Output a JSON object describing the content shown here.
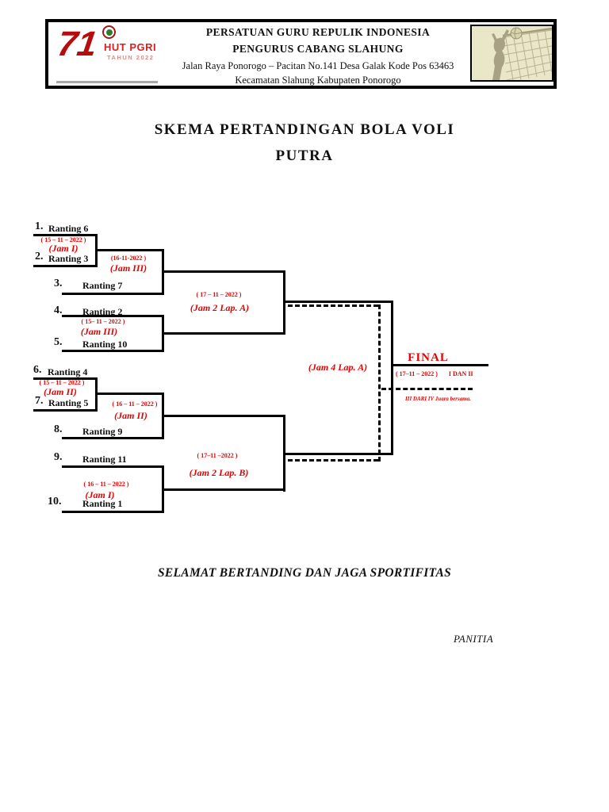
{
  "header": {
    "logo": {
      "number": "71",
      "title": "HUT PGRI",
      "subtitle": "TAHUN 2022",
      "emblem": "pgri-badge"
    },
    "org_line1": "PERSATUAN GURU REPULIK INDONESIA",
    "org_line2": "PENGURUS CABANG SLAHUNG",
    "address_line1": "Jalan Raya Ponorogo – Pacitan No.141 Desa Galak Kode Pos 63463",
    "address_line2": "Kecamatan Slahung Kabupaten Ponorogo",
    "volleyball_image": "volleyball-player-at-net"
  },
  "title": {
    "line1": "SKEMA PERTANDINGAN BOLA VOLI",
    "line2": "PUTRA"
  },
  "bracket": {
    "entries": [
      {
        "number": "1.",
        "name": "Ranting 6"
      },
      {
        "number": "2.",
        "name": "Ranting 3"
      },
      {
        "number": "3.",
        "name": "Ranting 7"
      },
      {
        "number": "4.",
        "name": "Ranting 2"
      },
      {
        "number": "5.",
        "name": "Ranting 10"
      },
      {
        "number": "6.",
        "name": "Ranting 4"
      },
      {
        "number": "7.",
        "name": "Ranting 5"
      },
      {
        "number": "8.",
        "name": "Ranting 9"
      },
      {
        "number": "9.",
        "name": "Ranting 11"
      },
      {
        "number": "10.",
        "name": "Ranting 1"
      }
    ],
    "labels": {
      "m1_date": "( 15 – 11 – 2022 )",
      "m1_time": "(Jam I)",
      "m2_date": "(16-11-2022 )",
      "m2_time": "(Jam III)",
      "m3_date": "( 15– 11 – 2022 )",
      "m3_time": "(Jam III)",
      "sfA_date": "( 17 – 11 – 2022 )",
      "sfA_time": "(Jam 2 Lap. A)",
      "m4_date": "( 15 – 11 – 2022 )",
      "m4_time": "(Jam II)",
      "m5_date": "( 16 – 11 – 2022 )",
      "m5_time": "(Jam II)",
      "m6_date": "( 16 – 11 – 2022 )",
      "m6_time": "(Jam I)",
      "sfB_date": "( 17–11 –2022 )",
      "sfB_time": "(Jam 2 Lap. B)",
      "final_slot": "(Jam 4 Lap. A)",
      "final_title": "FINAL",
      "final_date": "( 17–11 – 2022 )",
      "final_places": "I DAN II",
      "third_place_note": "III  DARI IV   Juara bersama."
    }
  },
  "footer": {
    "message": "SELAMAT BERTANDING DAN JAGA SPORTIFITAS",
    "signature": "PANITIA"
  },
  "colors": {
    "accent_red": "#e60000",
    "line_black": "#000000",
    "image_bg": "#eae6c8"
  }
}
